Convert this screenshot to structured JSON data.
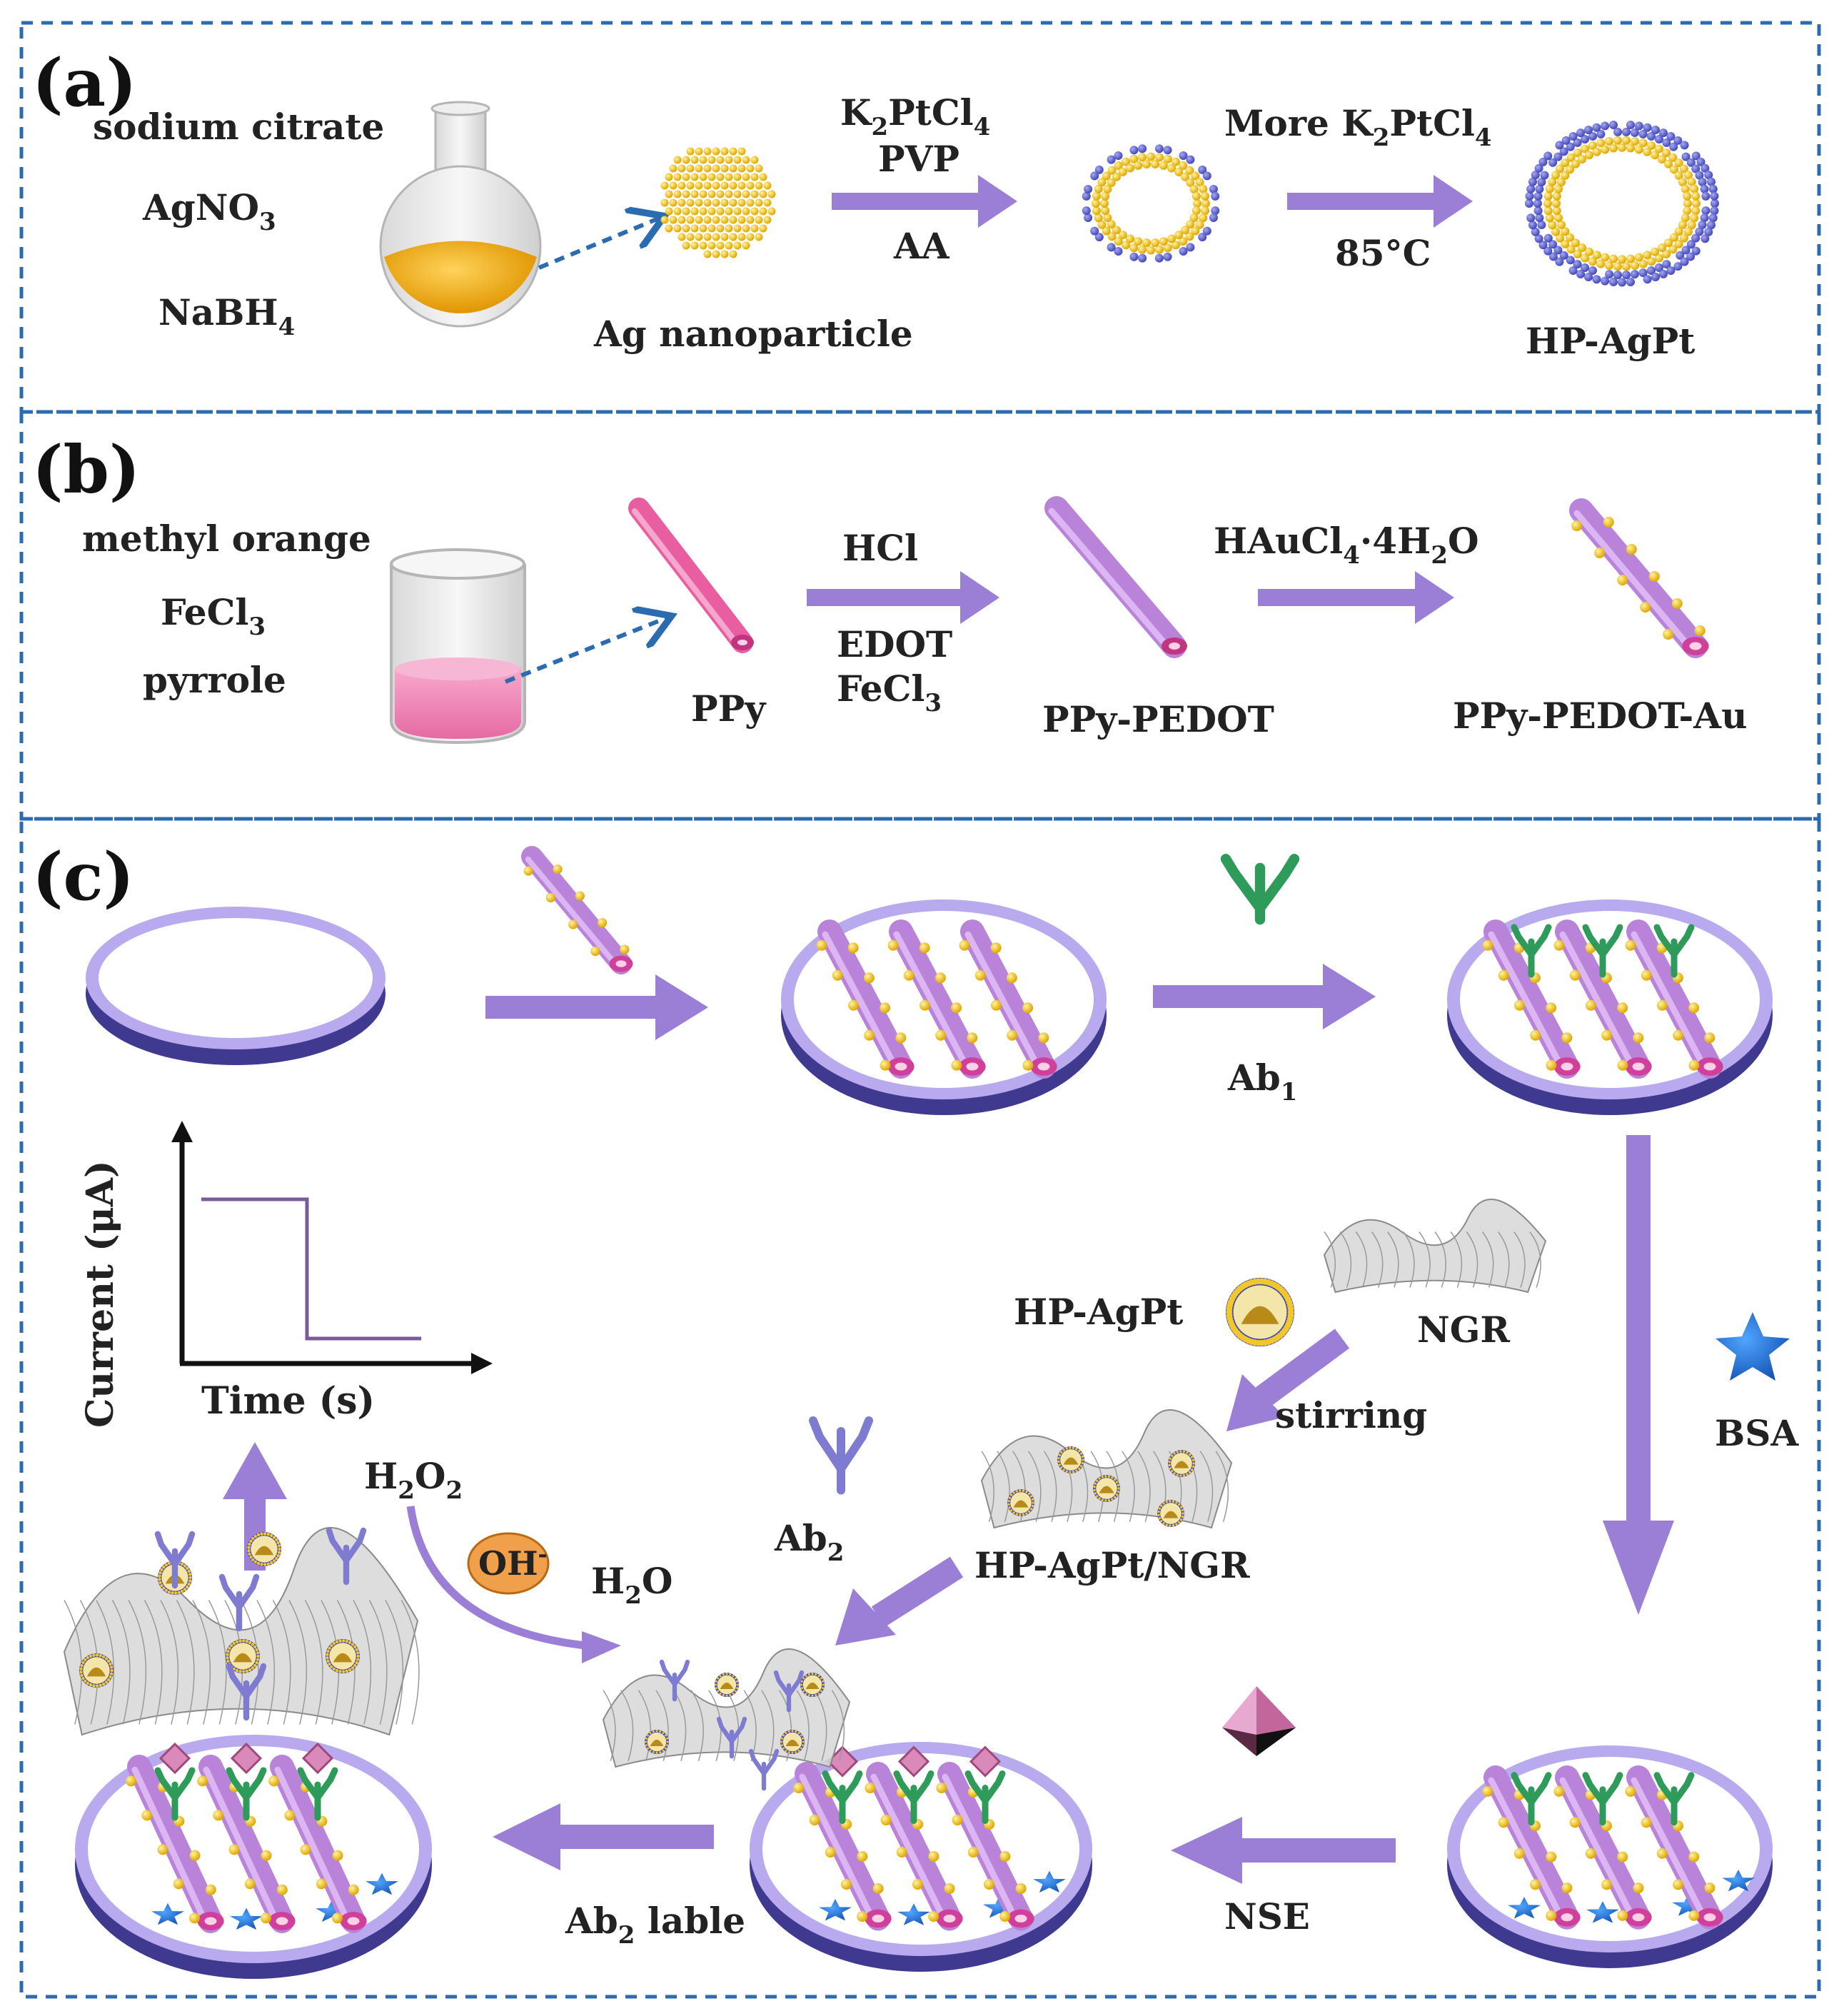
{
  "colors": {
    "frame": "#2b6cb0",
    "arrow": "#9b7fd6",
    "pt_blue": "#5a5fc9",
    "ag_gold": "#e7c66a",
    "tube_pink": "#e85ea0",
    "tube_purple": "#c792e8",
    "electrode_top": "#b9a9ee",
    "electrode_side": "#3f3a8f",
    "antibody_green": "#2e9b5a",
    "antibody_purple": "#7f7bd0",
    "bsa_blue": "#1e73d6",
    "nse_pink": "#c97aa8",
    "oh_orange": "#f0a04a",
    "gold_dot": "#f2c72a"
  },
  "panel_a": {
    "label": "(a)",
    "reagent_1": "sodium citrate",
    "reagent_2": "AgNO",
    "reagent_2_sub": "3",
    "reagent_3": "NaBH",
    "reagent_3_sub": "4",
    "ag_caption": "Ag nanoparticle",
    "step1_top_pre": "K",
    "step1_top_sub1": "2",
    "step1_top_mid": "PtCl",
    "step1_top_sub2": "4",
    "step1_mid": "PVP",
    "step1_bottom": "AA",
    "step2_top_pre": "More  K",
    "step2_top_sub1": "2",
    "step2_top_mid": "PtCl",
    "step2_top_sub2": "4",
    "step2_bottom": "85°C",
    "product": "HP-AgPt"
  },
  "panel_b": {
    "label": "(b)",
    "reagent_1": "methyl orange",
    "reagent_2": "FeCl",
    "reagent_2_sub": "3",
    "reagent_3": "pyrrole",
    "ppy": "PPy",
    "step1_top": "HCl",
    "step1_b1": "EDOT",
    "step1_b2": "FeCl",
    "step1_b2_sub": "3",
    "ppy_pedot": "PPy-PEDOT",
    "step2_top_pre": "HAuCl",
    "step2_top_sub1": "4",
    "step2_top_mid": "·4H",
    "step2_top_sub2": "2",
    "step2_top_end": "O",
    "product": "PPy-PEDOT-Au"
  },
  "panel_c": {
    "label": "(c)",
    "ab1": "Ab",
    "ab1_sub": "1",
    "hp_agpt": "HP-AgPt",
    "ngr": "NGR",
    "stirring": "stirring",
    "bsa": "BSA",
    "hp_agpt_ngr": "HP-AgPt/NGR",
    "ab2": "Ab",
    "ab2_sub": "2",
    "nse": "NSE",
    "ab2_lable_pre": "Ab",
    "ab2_lable_sub": "2",
    "ab2_lable_post": " lable",
    "h2o2_pre": "H",
    "h2o2_sub1": "2",
    "h2o2_mid": "O",
    "h2o2_sub2": "2",
    "oh": "OH",
    "oh_sup": "-",
    "h2o_pre": "H",
    "h2o_sub": "2",
    "h2o_post": "O",
    "y_axis": "Current (μA)",
    "x_axis": "Time (s)"
  }
}
